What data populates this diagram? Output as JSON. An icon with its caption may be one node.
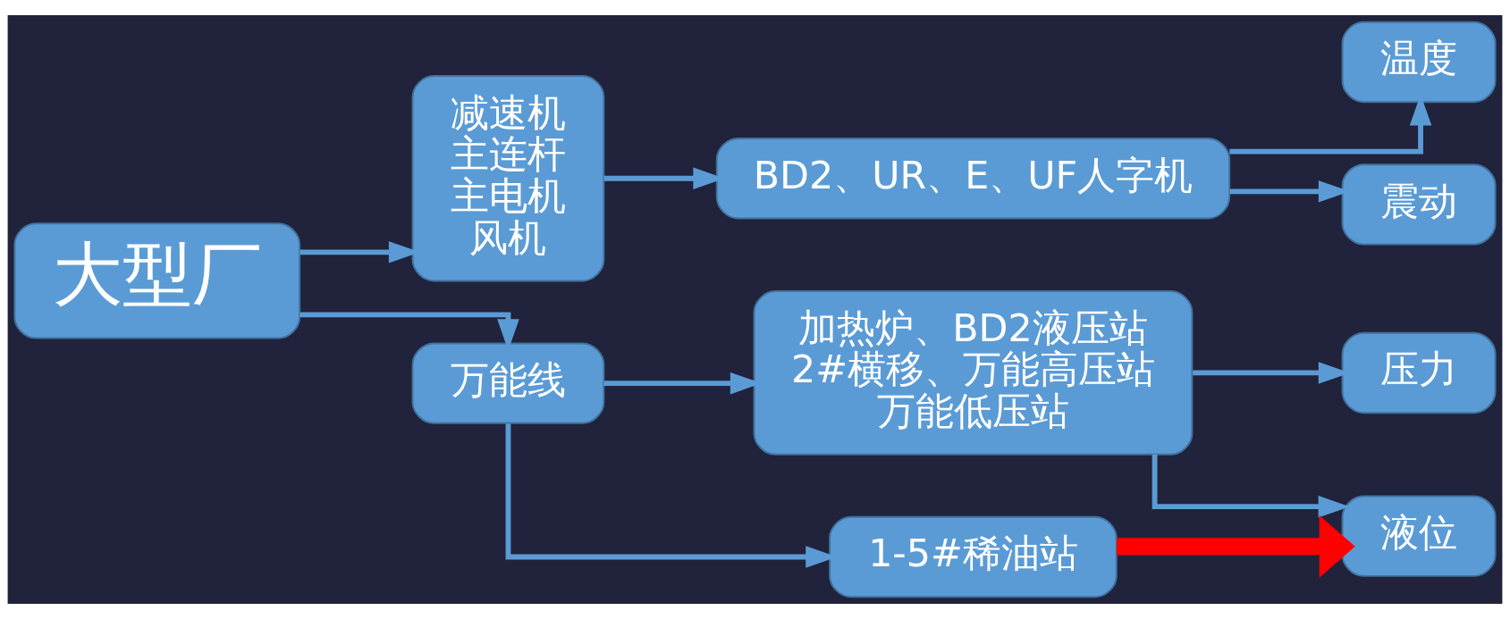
{
  "diagram": {
    "nodes": [
      {
        "text": [
          "大型厂"
        ]
      },
      {
        "text": [
          "减速机",
          "主连杆",
          "主电机",
          "风机"
        ]
      },
      {
        "text": [
          "万能线"
        ]
      },
      {
        "text": [
          "BD2、UR、E、UF人字机"
        ]
      },
      {
        "text": [
          "加热炉、BD2液压站",
          "2#横移、万能高压站",
          "万能低压站"
        ]
      },
      {
        "text": [
          "1-5#稀油站"
        ]
      },
      {
        "text": [
          "温度"
        ]
      },
      {
        "text": [
          "震动"
        ]
      },
      {
        "text": [
          "压力"
        ]
      },
      {
        "text": [
          "液位"
        ]
      }
    ],
    "edges": [
      {
        "from": 0,
        "to": 1,
        "arrow": "to"
      },
      {
        "from": 0,
        "to": 2,
        "arrow": "to"
      },
      {
        "from": 1,
        "to": 3,
        "arrow": "to"
      },
      {
        "from": 2,
        "to": 4,
        "arrow": "to"
      },
      {
        "from": 2,
        "to": 5,
        "arrow": "to"
      },
      {
        "from": 3,
        "to": 6,
        "arrow": "to"
      },
      {
        "from": 3,
        "to": 7,
        "arrow": "to"
      },
      {
        "from": 4,
        "to": 8,
        "arrow": "to"
      },
      {
        "from": 4,
        "to": 9,
        "arrow": "to"
      },
      {
        "from": 5,
        "to": 9,
        "arrow": "to",
        "style": "thick",
        "color": "#ff0000"
      }
    ]
  }
}
